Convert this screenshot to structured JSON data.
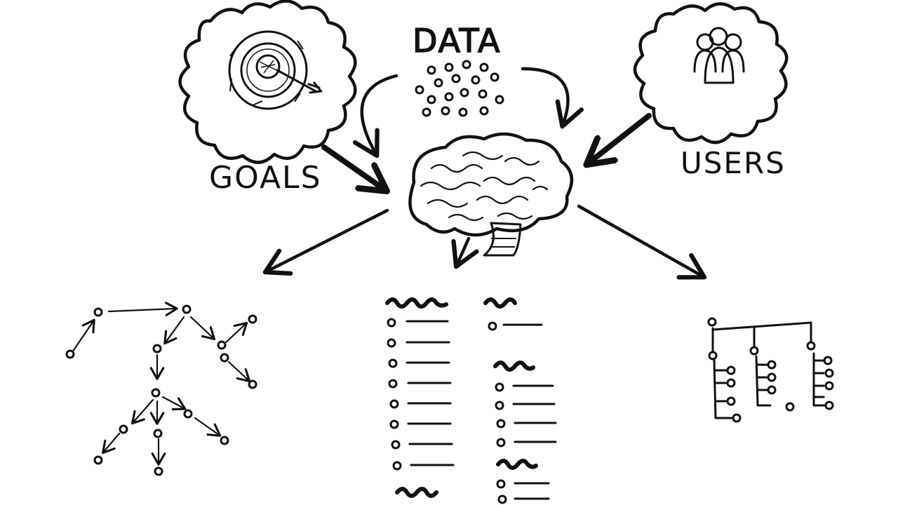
{
  "labels": {
    "goals": "GOALS",
    "data": "DATA",
    "users": "USERS"
  },
  "icons": {
    "goals": "target-icon",
    "data": "dots-icon",
    "users": "people-icon",
    "center": "brain-icon"
  },
  "colors": {
    "ink": "#111111",
    "cloud_fill": "#f1f1f1",
    "paper": "#ffffff"
  }
}
